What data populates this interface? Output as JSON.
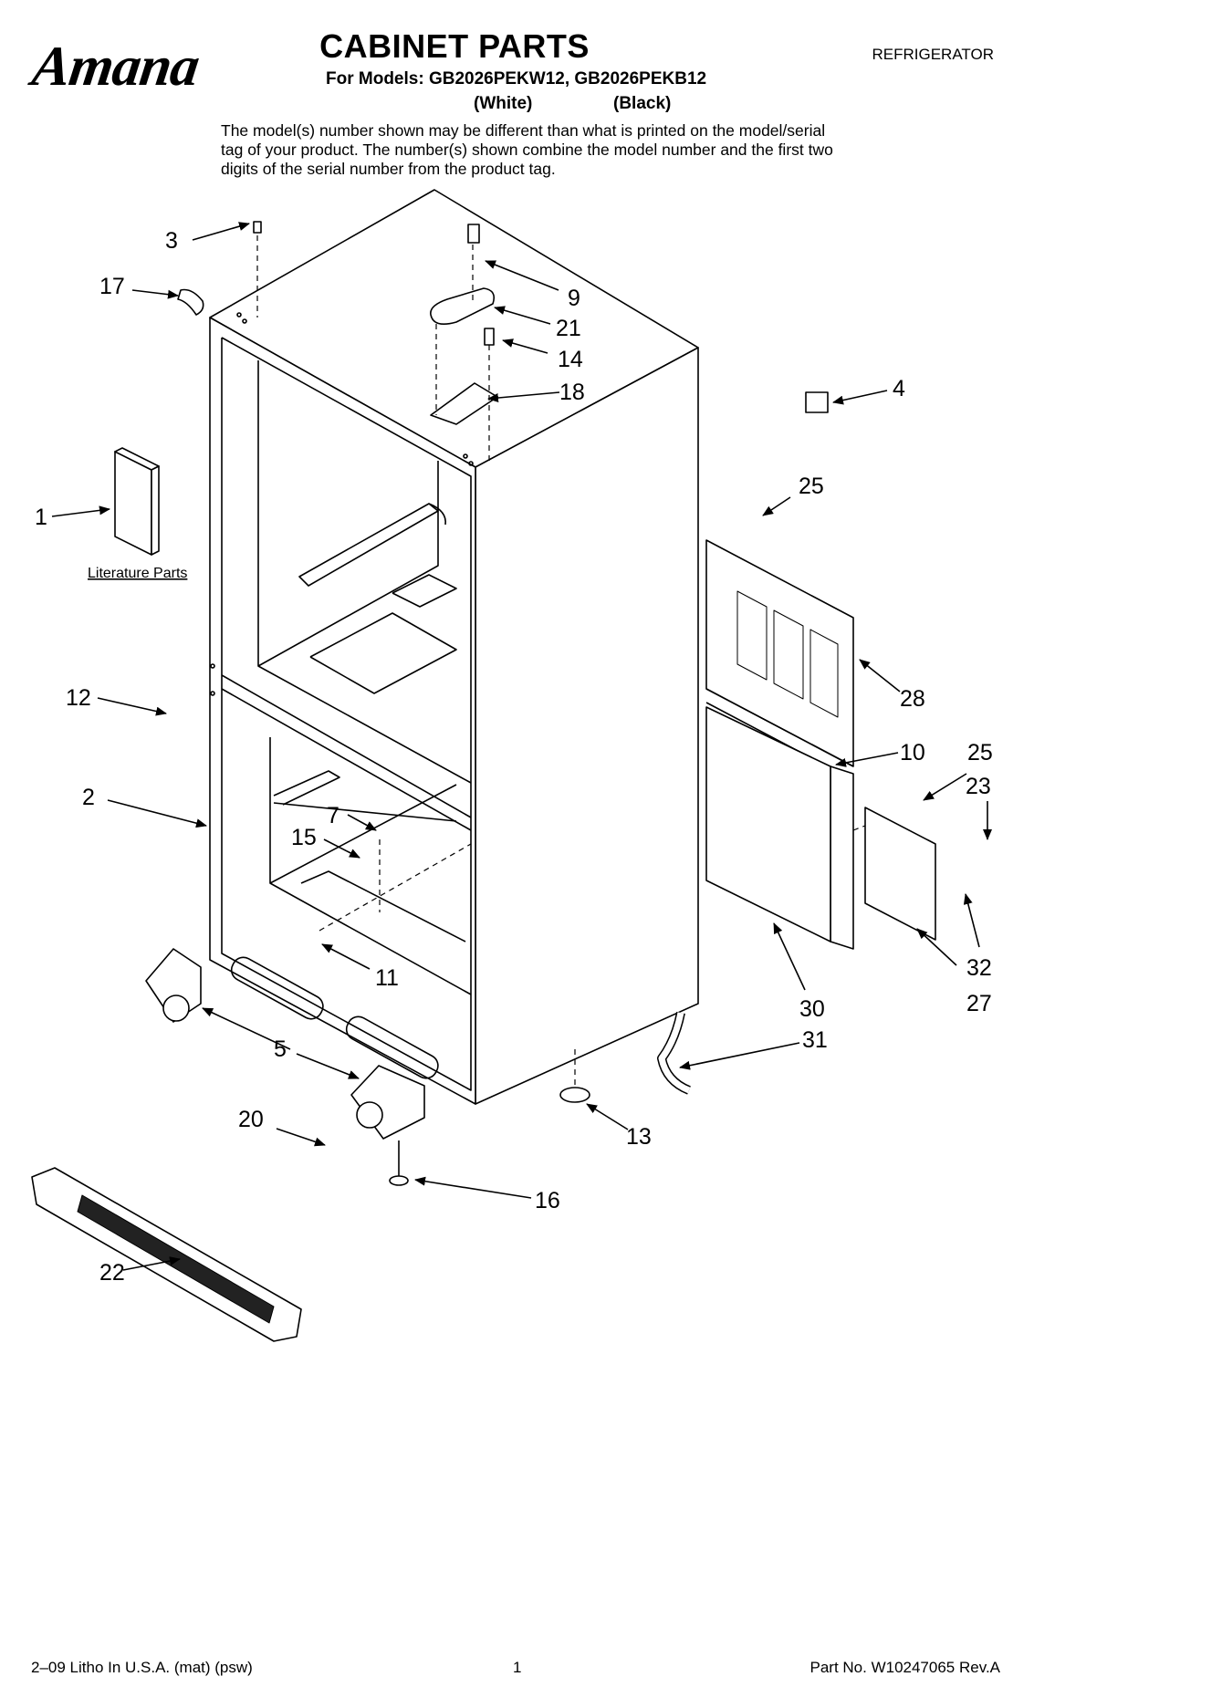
{
  "header": {
    "brand": "Amana",
    "title": "CABINET PARTS",
    "models_line": "For Models: GB2026PEKW12, GB2026PEKB12",
    "color_white": "(White)",
    "color_black": "(Black)",
    "category": "REFRIGERATOR",
    "disclaimer": "The model(s) number shown may be different than what is printed on the model/serial tag of your product. The number(s) shown combine the model number and the first two digits of the serial number from the product tag."
  },
  "diagram": {
    "literature_label": "Literature Parts",
    "callouts": [
      "1",
      "2",
      "3",
      "4",
      "5",
      "7",
      "9",
      "10",
      "11",
      "12",
      "13",
      "14",
      "15",
      "16",
      "17",
      "18",
      "20",
      "21",
      "22",
      "23",
      "25",
      "25",
      "27",
      "28",
      "30",
      "31",
      "32"
    ]
  },
  "footer": {
    "left": "2–09 Litho In U.S.A. (mat) (psw)",
    "center": "1",
    "right": "Part No. W10247065 Rev.A"
  }
}
